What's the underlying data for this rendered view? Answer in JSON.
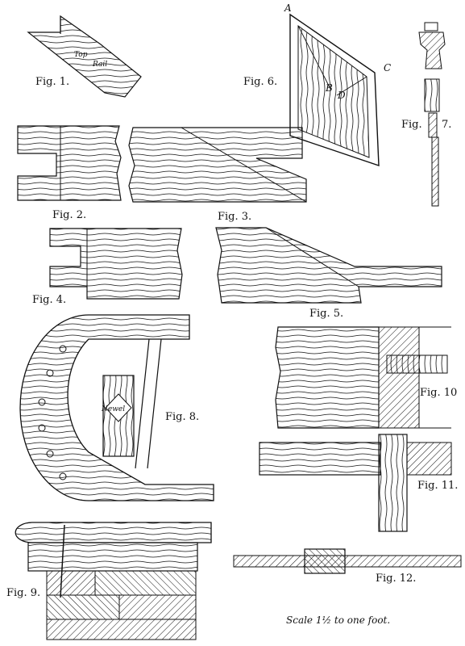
{
  "figures": {
    "fig1": {
      "label": "Fig. 1.",
      "inner_text_1": "Top",
      "inner_text_2": "Rail"
    },
    "fig2": {
      "label": "Fig. 2."
    },
    "fig3": {
      "label": "Fig. 3."
    },
    "fig4": {
      "label": "Fig. 4."
    },
    "fig5": {
      "label": "Fig. 5."
    },
    "fig6": {
      "label": "Fig. 6.",
      "letters": [
        "A",
        "B",
        "C",
        "D"
      ]
    },
    "fig7": {
      "label_prefix": "Fig.",
      "label_number": "7."
    },
    "fig8": {
      "label": "Fig. 8.",
      "inner_text": "Newel"
    },
    "fig9": {
      "label": "Fig. 9."
    },
    "fig10": {
      "label": "Fig. 10"
    },
    "fig11": {
      "label": "Fig. 11."
    },
    "fig12": {
      "label": "Fig. 12."
    }
  },
  "scale_note": "Scale 1½ to one foot.",
  "colors": {
    "ink": "#111111",
    "paper": "#ffffff"
  }
}
